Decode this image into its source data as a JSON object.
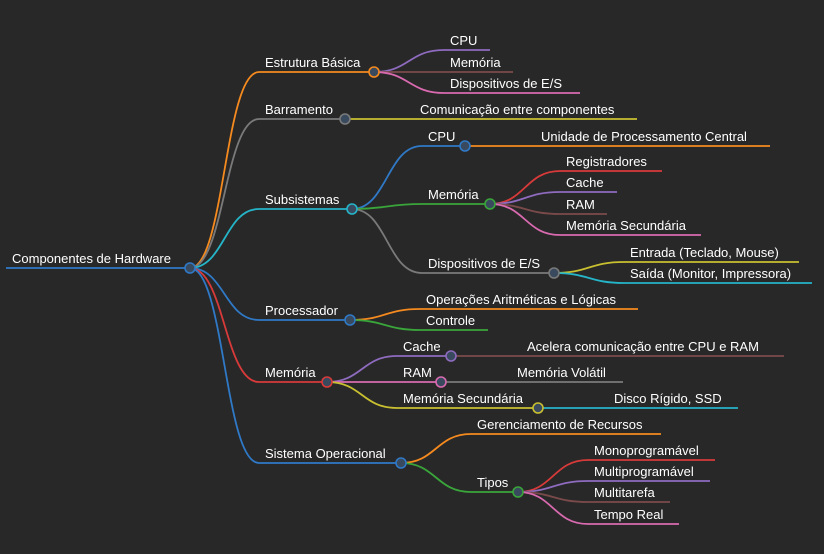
{
  "colors": {
    "background": "#282828",
    "text": "#ffffff",
    "node_fill": "#3a4a5e",
    "root_line": "#2f79c7"
  },
  "mindmap": {
    "root": "Componentes de Hardware",
    "branches": [
      {
        "label": "Estrutura Básica",
        "color": "#f58a1f",
        "children": [
          {
            "label": "CPU",
            "color": "#8e6bbf",
            "children": []
          },
          {
            "label": "Memória",
            "color": "#7a4a4a",
            "children": []
          },
          {
            "label": "Dispositivos de E/S",
            "color": "#d96ab0",
            "children": []
          }
        ]
      },
      {
        "label": "Barramento",
        "color": "#7a7a7a",
        "children": [
          {
            "label": "Comunicação entre componentes",
            "color": "#c8c030",
            "children": []
          }
        ]
      },
      {
        "label": "Subsistemas",
        "color": "#25b5c8",
        "children": [
          {
            "label": "CPU",
            "color": "#2f79c7",
            "children": [
              {
                "label": "Unidade de Processamento Central",
                "color": "#f58a1f"
              }
            ]
          },
          {
            "label": "Memória",
            "color": "#3aa53a",
            "children": [
              {
                "label": "Registradores",
                "color": "#d83a3a"
              },
              {
                "label": "Cache",
                "color": "#8e6bbf"
              },
              {
                "label": "RAM",
                "color": "#7a4a4a"
              },
              {
                "label": "Memória Secundária",
                "color": "#d96ab0"
              }
            ]
          },
          {
            "label": "Dispositivos de E/S",
            "color": "#7a7a7a",
            "children": [
              {
                "label": "Entrada (Teclado, Mouse)",
                "color": "#c8c030"
              },
              {
                "label": "Saída (Monitor, Impressora)",
                "color": "#25b5c8"
              }
            ]
          }
        ]
      },
      {
        "label": "Processador",
        "color": "#2f79c7",
        "children": [
          {
            "label": "Operações Aritméticas e Lógicas",
            "color": "#f58a1f",
            "children": []
          },
          {
            "label": "Controle",
            "color": "#3aa53a",
            "children": []
          }
        ]
      },
      {
        "label": "Memória",
        "color": "#d83a3a",
        "children": [
          {
            "label": "Cache",
            "color": "#8e6bbf",
            "children": [
              {
                "label": "Acelera comunicação entre CPU e RAM",
                "color": "#7a4a4a"
              }
            ]
          },
          {
            "label": "RAM",
            "color": "#d96ab0",
            "children": [
              {
                "label": "Memória Volátil",
                "color": "#7a7a7a"
              }
            ]
          },
          {
            "label": "Memória Secundária",
            "color": "#c8c030",
            "children": [
              {
                "label": "Disco Rígido, SSD",
                "color": "#25b5c8"
              }
            ]
          }
        ]
      },
      {
        "label": "Sistema Operacional",
        "color": "#2f79c7",
        "children": [
          {
            "label": "Gerenciamento de Recursos",
            "color": "#f58a1f",
            "children": []
          },
          {
            "label": "Tipos",
            "color": "#3aa53a",
            "children": [
              {
                "label": "Monoprogramável",
                "color": "#d83a3a"
              },
              {
                "label": "Multiprogramável",
                "color": "#8e6bbf"
              },
              {
                "label": "Multitarefa",
                "color": "#7a4a4a"
              },
              {
                "label": "Tempo Real",
                "color": "#d96ab0"
              }
            ]
          }
        ]
      }
    ]
  }
}
